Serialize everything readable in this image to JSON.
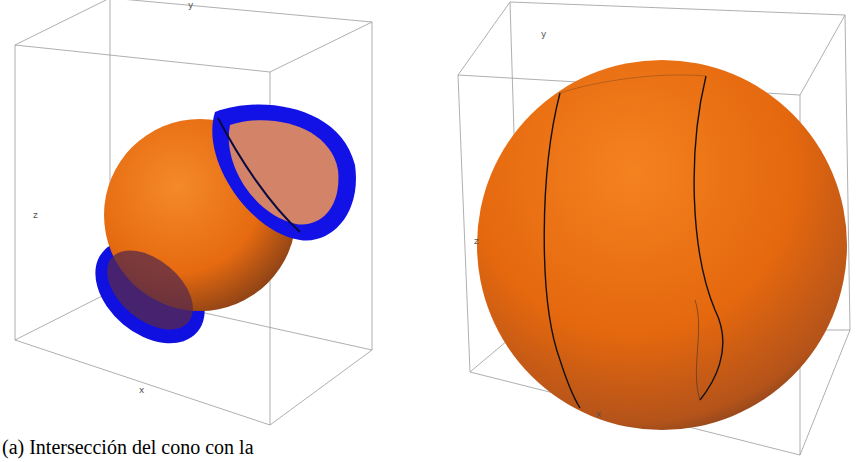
{
  "diagram": {
    "caption": "(a) Intersección del cono con la",
    "labels": [
      "y",
      "z",
      "x",
      "y",
      "z",
      "x"
    ]
  }
}
